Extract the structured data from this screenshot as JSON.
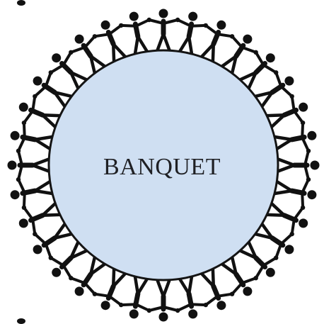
{
  "scene": {
    "table_label": "BANQUET",
    "colors": {
      "table_fill": "#cfdff2",
      "table_stroke": "#141414",
      "figure": "#111111",
      "background": "#ffffff"
    },
    "figure_count": 32,
    "figure_icon": "person-figure-icon",
    "corner_marks": [
      {
        "name": "corner-dot-top-left"
      },
      {
        "name": "corner-dot-bottom-left"
      }
    ]
  }
}
